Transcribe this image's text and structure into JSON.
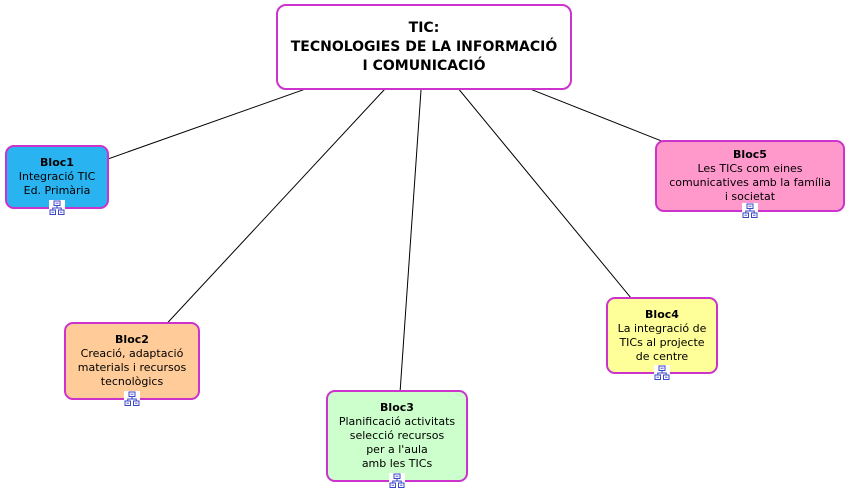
{
  "diagram": {
    "edge_color": "#000000",
    "title": {
      "lines": [
        "TIC:",
        "TECNOLOGIES DE LA INFORMACIÓ",
        "I COMUNICACIÓ"
      ],
      "background": "#ffffff",
      "border_color": "#cc33cc"
    },
    "nodes": [
      {
        "id": "bloc1",
        "label": "Bloc1",
        "lines": [
          "Integració TIC",
          "Ed. Primària"
        ],
        "background": "#29b3f0",
        "border_color": "#cc33cc",
        "icon": "resource-link-icon"
      },
      {
        "id": "bloc2",
        "label": "Bloc2",
        "lines": [
          "Creació, adaptació",
          "materials i recursos",
          "tecnològics"
        ],
        "background": "#ffcc99",
        "border_color": "#cc33cc",
        "icon": "resource-link-icon"
      },
      {
        "id": "bloc3",
        "label": "Bloc3",
        "lines": [
          "Planificació activitats",
          "selecció recursos",
          "per a l'aula",
          "amb les TICs"
        ],
        "background": "#ccffcc",
        "border_color": "#cc33cc",
        "icon": "resource-link-icon"
      },
      {
        "id": "bloc4",
        "label": "Bloc4",
        "lines": [
          "La integració de",
          "TICs al projecte",
          "de centre"
        ],
        "background": "#ffff99",
        "border_color": "#cc33cc",
        "icon": "resource-link-icon"
      },
      {
        "id": "bloc5",
        "label": "Bloc5",
        "lines": [
          "Les TICs com eines",
          "comunicatives amb la família",
          "i societat"
        ],
        "background": "#ff99cc",
        "border_color": "#cc33cc",
        "icon": "resource-link-icon"
      }
    ],
    "edges": [
      {
        "from": "title",
        "to": "bloc1"
      },
      {
        "from": "title",
        "to": "bloc2"
      },
      {
        "from": "title",
        "to": "bloc3"
      },
      {
        "from": "title",
        "to": "bloc4"
      },
      {
        "from": "title",
        "to": "bloc5"
      }
    ]
  }
}
